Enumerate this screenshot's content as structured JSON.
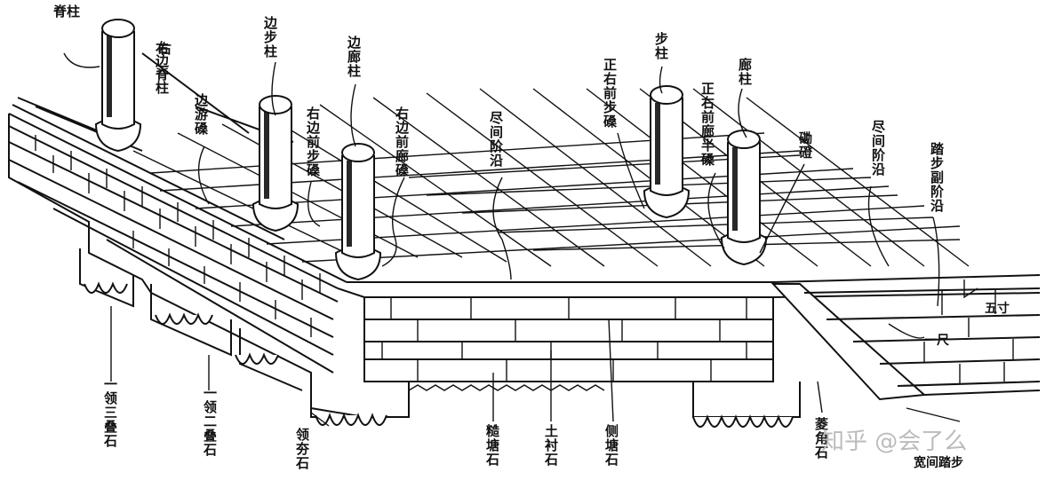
{
  "labels": {
    "ji_zhu": "脊柱",
    "you_bian_ji_zhu": "右边脊柱",
    "bian_bu_zhu": "边步柱",
    "bian_you_sang": "边游磉",
    "you_bian_qian_bu_sang": "右边前步磉",
    "bian_lang_zhu": "边廊柱",
    "you_bian_qian_lang_sang": "右边前廊磉",
    "jin_jian_jie_yan": "尽间阶沿",
    "zheng_you_qian_bu_sang": "正右前步磉",
    "bu_zhu": "步柱",
    "zheng_you_qian_lang_ban_sang": "正右前廊半磉",
    "lang_zhu": "廊柱",
    "gu_deng": "磡磴",
    "jin_jian_jie_yan_2": "尽间阶沿",
    "ta_bu_fu_jie_yan": "踏步副阶沿",
    "wu_cun": "五寸",
    "yi_chi": "一尺",
    "yi_ling_san_die_shi": "一领三叠石",
    "yi_ling_er_die_shi": "一领二叠石",
    "ling_kua_shi": "领夯石",
    "cao_tang_shi": "糙塘石",
    "tu_chen_shi": "土衬石",
    "ce_tang_shi": "侧塘石",
    "ling_jiao_shi": "菱角石",
    "kuan_jian_ta_bu": "宽间踏步"
  },
  "watermark": "知乎 @会了么",
  "icons": {
    "zhihu": "zhihu-logo"
  }
}
